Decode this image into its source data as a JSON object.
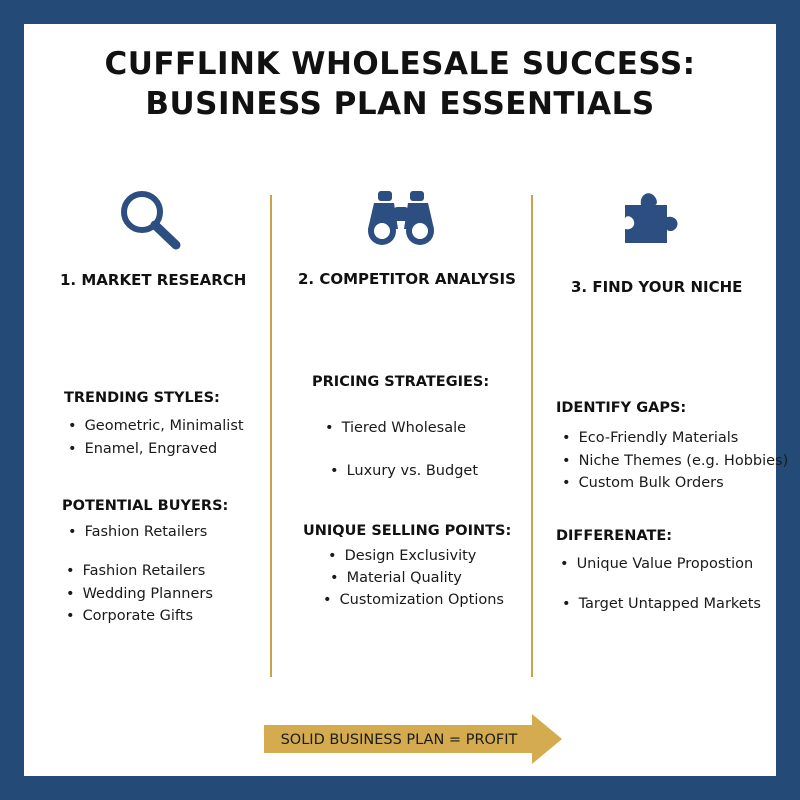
{
  "title": {
    "line1": "CUFFLINK WHOLESALE SUCCESS:",
    "line2": "BUSINESS PLAN ESSENTIALS"
  },
  "colors": {
    "frame": "#244a78",
    "icon": "#2d4e80",
    "divider": "#c9a24a",
    "arrow": "#d4ac4f"
  },
  "columns": [
    {
      "icon": "magnifying-glass-icon",
      "heading": "1. MARKET RESEARCH",
      "sections": [
        {
          "title": "TRENDING STYLES:",
          "items": [
            "Geometric, Minimalist",
            "Enamel, Engraved"
          ]
        },
        {
          "title": "POTENTIAL BUYERS:",
          "items": [
            "Fashion Retailers",
            "Fashion Retailers",
            "Wedding Planners",
            "Corporate Gifts"
          ]
        }
      ]
    },
    {
      "icon": "binoculars-icon",
      "heading": "2. COMPETITOR ANALYSIS",
      "sections": [
        {
          "title": "PRICING STRATEGIES:",
          "items": [
            "Tiered Wholesale",
            "Luxury vs. Budget"
          ]
        },
        {
          "title": "UNIQUE SELLING POINTS:",
          "items": [
            "Design Exclusivity",
            "Material Quality",
            "Customization Options"
          ]
        }
      ]
    },
    {
      "icon": "puzzle-piece-icon",
      "heading": "3. FIND YOUR NICHE",
      "sections": [
        {
          "title": "IDENTIFY GAPS:",
          "items": [
            "Eco-Friendly Materials",
            "Niche Themes (e.g. Hobbies)",
            "Custom Bulk Orders"
          ]
        },
        {
          "title": "DIFFERENATE:",
          "items": [
            "Unique Value Propostion",
            "Target Untapped Markets"
          ]
        }
      ]
    }
  ],
  "footer": {
    "label": "SOLID BUSINESS PLAN = PROFIT"
  }
}
